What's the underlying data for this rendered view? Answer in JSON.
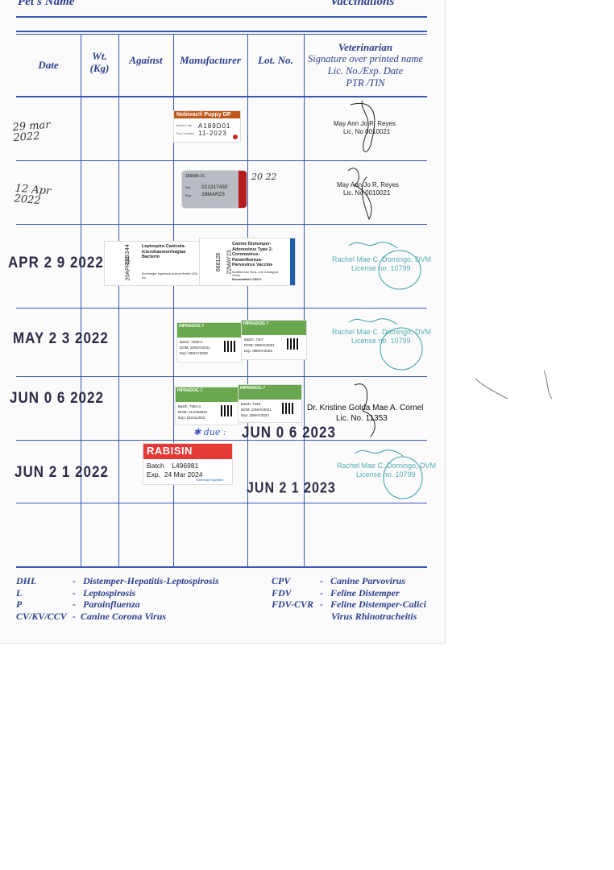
{
  "header": {
    "left": "Pet's Name",
    "right": "Vaccinations"
  },
  "columns": {
    "date": "Date",
    "weight": [
      "Wt.",
      "(Kg)"
    ],
    "against": "Against",
    "manufacturer": "Manufacturer",
    "lot": "Lot. No.",
    "vet": [
      "Veterinarian",
      "Signature over printed name",
      "Lic. No./Exp. Date",
      "PTR /TIN"
    ]
  },
  "rows": [
    {
      "date": "29 mar 2022",
      "label": {
        "name": "Nobivac® Puppy DP",
        "lot": "A189D01",
        "exp": "11-2023"
      },
      "vet": [
        "May Ann Jo R. Reyes",
        "Lic. No 0010021"
      ]
    },
    {
      "date": "12 Apr 2022",
      "label": {
        "lot": "021317430",
        "exp": "28MAR23",
        "code": "189886-15"
      },
      "lot_note": "20 22",
      "vet": [
        "May Ann Jo R. Reyes",
        "Lic. No 0010021"
      ]
    },
    {
      "date": "APR 2 9 2022",
      "label_a": {
        "name": "Leptospira Canicola-Icterohaemorrhagiae Bacterin",
        "lot": "323344",
        "exp": "20APR24",
        "maker": "Boehringer Ingelheim Animal Health USA Inc."
      },
      "label_b": {
        "name": "Canine Distemper-Adenovirus Type 2-Coronavirus-Parainfluenza-Parvovirus Vaccine",
        "lot": "668128",
        "exp": "22MAY23",
        "sub": "Modified Live Virus, Live Canarypox Vector",
        "maker": "Recombitek® C6/CV"
      },
      "vet": [
        "Rachel Mae C. Domingo, DVM",
        "License no. 10799"
      ]
    },
    {
      "date": "MAY 2 3 2022",
      "label_a": {
        "name": "HIPRADOG 7",
        "batch": "7328-2",
        "dom": "20NOV2021",
        "exp": "20MAY2023"
      },
      "label_b": {
        "name": "HIPRADOG 7",
        "batch": "7207",
        "dom": "09NOV2021",
        "exp": "09MAY2023"
      },
      "vet": [
        "Rachel Mae C. Domingo, DVM",
        "License no. 10799"
      ]
    },
    {
      "date": "JUN 0 6 2022",
      "label_a": {
        "name": "HIPRADOG 7",
        "batch": "7554-3",
        "dom": "11JAN2022",
        "exp": "10JUL2023"
      },
      "label_b": {
        "name": "HIPRADOG 7",
        "batch": "7345",
        "dom": "22NOV2021",
        "exp": "22MAY2023"
      },
      "due_note": "✱ due :",
      "due_stamp": "JUN 0 6 2023",
      "vet": [
        "Dr. Kristine Golda Mae A. Cornel",
        "Lic. No. 11353"
      ]
    },
    {
      "date": "JUN 2 1 2022",
      "label": {
        "name": "RABISIN",
        "batch": "L496981",
        "exp": "24 Mar 2024",
        "batch_label": "Batch",
        "exp_label": "Exp.",
        "maker": "Boehringer Ingelheim"
      },
      "due_stamp": "JUN 2 1 2023",
      "vet": [
        "Rachel Mae C. Domingo, DVM",
        "License no. 10799"
      ]
    }
  ],
  "legend_left": [
    {
      "abbr": "DHL",
      "def": "Distemper-Hepatitis-Leptospirosis"
    },
    {
      "abbr": "L",
      "def": "Leptospirosis"
    },
    {
      "abbr": "P",
      "def": "Parainfluenza"
    },
    {
      "abbr": "CV/KV/CCV",
      "def": "Canine Corona Virus"
    }
  ],
  "legend_right": [
    {
      "abbr": "CPV",
      "def": "Canine Parvovirus"
    },
    {
      "abbr": "FDV",
      "def": "Feline Distemper"
    },
    {
      "abbr": "FDV-CVR",
      "def": "Feline Distemper-Calici"
    },
    {
      "abbr": "",
      "def": "Virus Rhinotracheitis"
    }
  ],
  "colors": {
    "ink": "#2c3f8c",
    "rule": "#3b55b8",
    "stamp": "#2b2b45",
    "green": "#3a9fa6",
    "hipra": "#6aa84f",
    "rabisin": "#e53935",
    "nobivac": "#c2571b"
  }
}
